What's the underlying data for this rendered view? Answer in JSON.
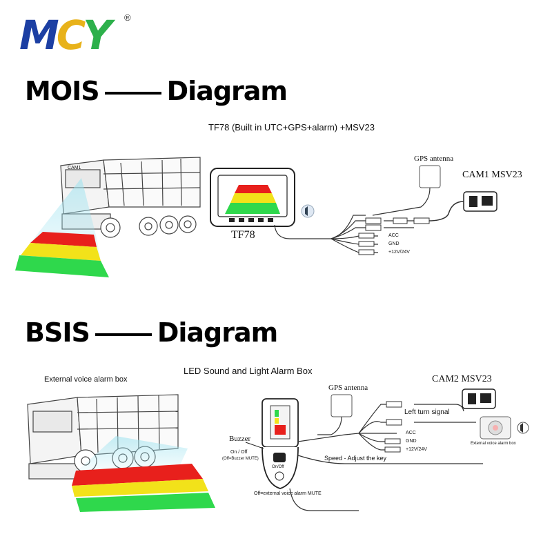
{
  "brand": {
    "logo_text": "MCY",
    "registered": "®",
    "colors": {
      "blue": "#1c3fa3",
      "green": "#2db04b",
      "yellow": "#f3c81c"
    }
  },
  "mois": {
    "heading_left": "MOIS",
    "heading_right": "Diagram",
    "title": "TF78 (Built in UTC+GPS+alarm) +MSV23",
    "monitor_label": "TF78",
    "gps_label": "GPS antenna",
    "cam_label": "CAM1  MSV23",
    "truck_cam_label": "CAM1",
    "wires": [
      "ACC",
      "GND",
      "+12V/24V"
    ]
  },
  "bsis": {
    "heading_left": "BSIS",
    "heading_right": "Diagram",
    "voice_box_label": "External voice alarm box",
    "led_box_label": "LED Sound and Light Alarm Box",
    "buzzer_label": "Buzzer",
    "onoff_label": "On / Off",
    "onoff_sub": "(Off=Buzzer MUTE)",
    "box_onoff": "On/Off",
    "mute_label": "Off=external voice alarm MUTE",
    "speed_label": "Speed - Adjust the key",
    "gps_label": "GPS antenna",
    "cam_label": "CAM2   MSV23",
    "turn_label": "Left turn signal",
    "ext_box_label": "External voice alarm box",
    "wires": [
      "ACC",
      "GND",
      "+12V/24V"
    ]
  },
  "zone_colors": {
    "red": "#e8201c",
    "yellow": "#f2e21a",
    "green": "#2fd84c"
  }
}
